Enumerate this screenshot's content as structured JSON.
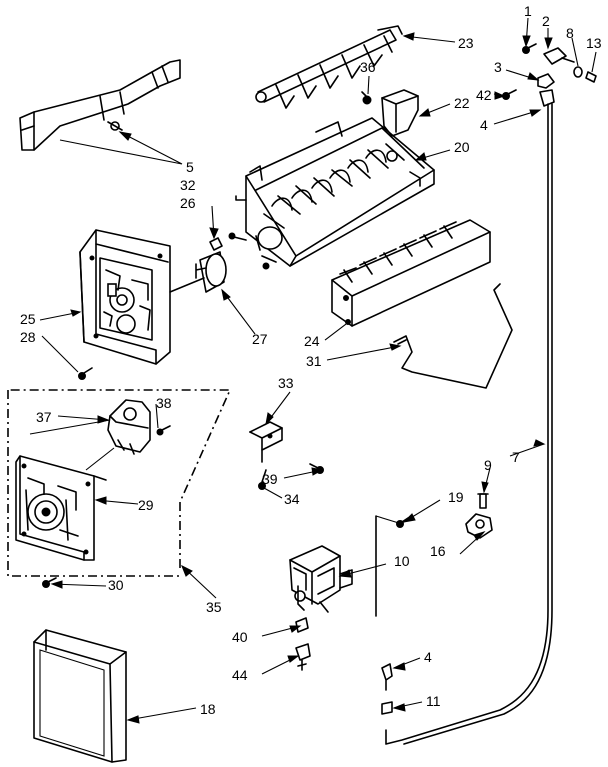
{
  "diagram": {
    "labels": {
      "p1": "1",
      "p2": "2",
      "p3": "3",
      "p4a": "4",
      "p4b": "4",
      "p5": "5",
      "p7": "7",
      "p8": "8",
      "p9": "9",
      "p10": "10",
      "p11": "11",
      "p13": "13",
      "p16": "16",
      "p18": "18",
      "p19": "19",
      "p20": "20",
      "p22": "22",
      "p23": "23",
      "p24": "24",
      "p25": "25",
      "p26": "26",
      "p27": "27",
      "p28": "28",
      "p29": "29",
      "p30": "30",
      "p31": "31",
      "p32": "32",
      "p33": "33",
      "p34": "34",
      "p35": "35",
      "p36": "36",
      "p37": "37",
      "p38": "38",
      "p39": "39",
      "p40": "40",
      "p42": "42",
      "p44": "44"
    }
  }
}
